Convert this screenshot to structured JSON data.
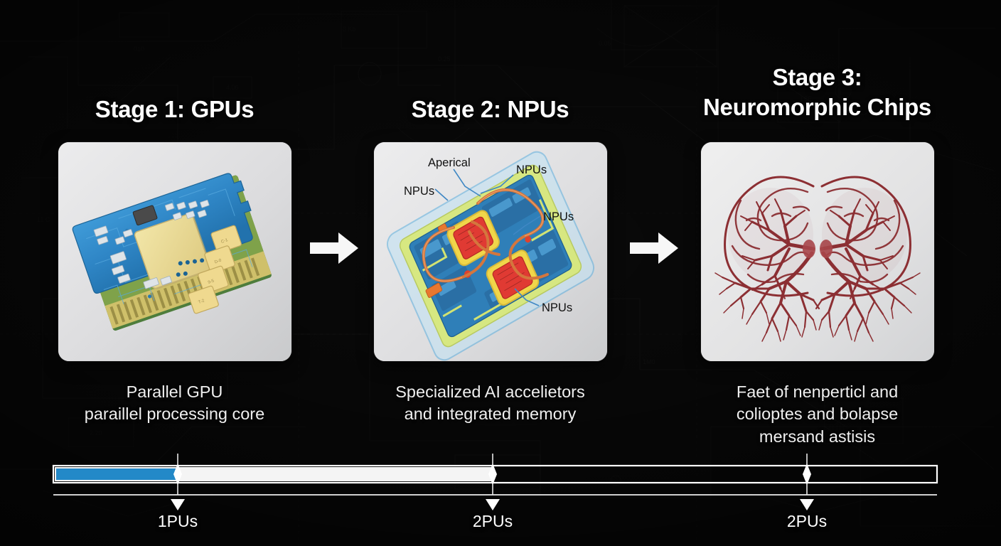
{
  "theme": {
    "background": "#0d0d0d",
    "card_surface": "#e2e2e3",
    "text_primary": "#ffffff",
    "accent_blue": "#2389c8",
    "bar_white": "#f2f2f2",
    "pcb_blue": "#2f86c6",
    "gold": "#e8d48a",
    "npu_red": "#e03a33",
    "npu_yellow": "#e8e05a",
    "brain_red": "#8c2f33"
  },
  "stages": [
    {
      "id": "stage-1",
      "title": "Stage 1: GPUs",
      "caption_line1": "Parallel GPU",
      "caption_line2": "paraillel processing core",
      "caption_line3": "",
      "illustration": "gpu-card-illustration",
      "annotations": []
    },
    {
      "id": "stage-2",
      "title": "Stage 2: NPUs",
      "caption_line1": "Specialized AI accelietors",
      "caption_line2": "and integrated memory",
      "caption_line3": "",
      "illustration": "npu-chip-illustration",
      "annotations": [
        {
          "label": "Aperical",
          "position": "top-left"
        },
        {
          "label": "NPUs",
          "position": "top-right"
        },
        {
          "label": "NPUs",
          "position": "left"
        },
        {
          "label": "NPUs",
          "position": "right"
        },
        {
          "label": "NPUs",
          "position": "bottom-right"
        }
      ]
    },
    {
      "id": "stage-3",
      "title_line1": "Stage 3:",
      "title_line2": "Neuromorphic Chips",
      "title": "Stage 3:\nNeuromorphic Chips",
      "caption_line1": "Faet of nenperticl and",
      "caption_line2": "colioptes and bolapse",
      "caption_line3": "mersand astisis",
      "illustration": "brain-vasculature-illustration",
      "annotations": []
    }
  ],
  "arrows": [
    {
      "id": "arrow-1",
      "direction": "right"
    },
    {
      "id": "arrow-2",
      "direction": "right"
    }
  ],
  "timeline": {
    "markers": [
      {
        "label": "1PUs",
        "x_percent": 17.8
      },
      {
        "label": "2PUs",
        "x_percent": 49.2
      },
      {
        "label": "2PUs",
        "x_percent": 80.6
      }
    ],
    "progress_blue_end_percent": 17.8,
    "progress_white_end_percent": 49.2,
    "bar_end_percent": 93.6
  }
}
